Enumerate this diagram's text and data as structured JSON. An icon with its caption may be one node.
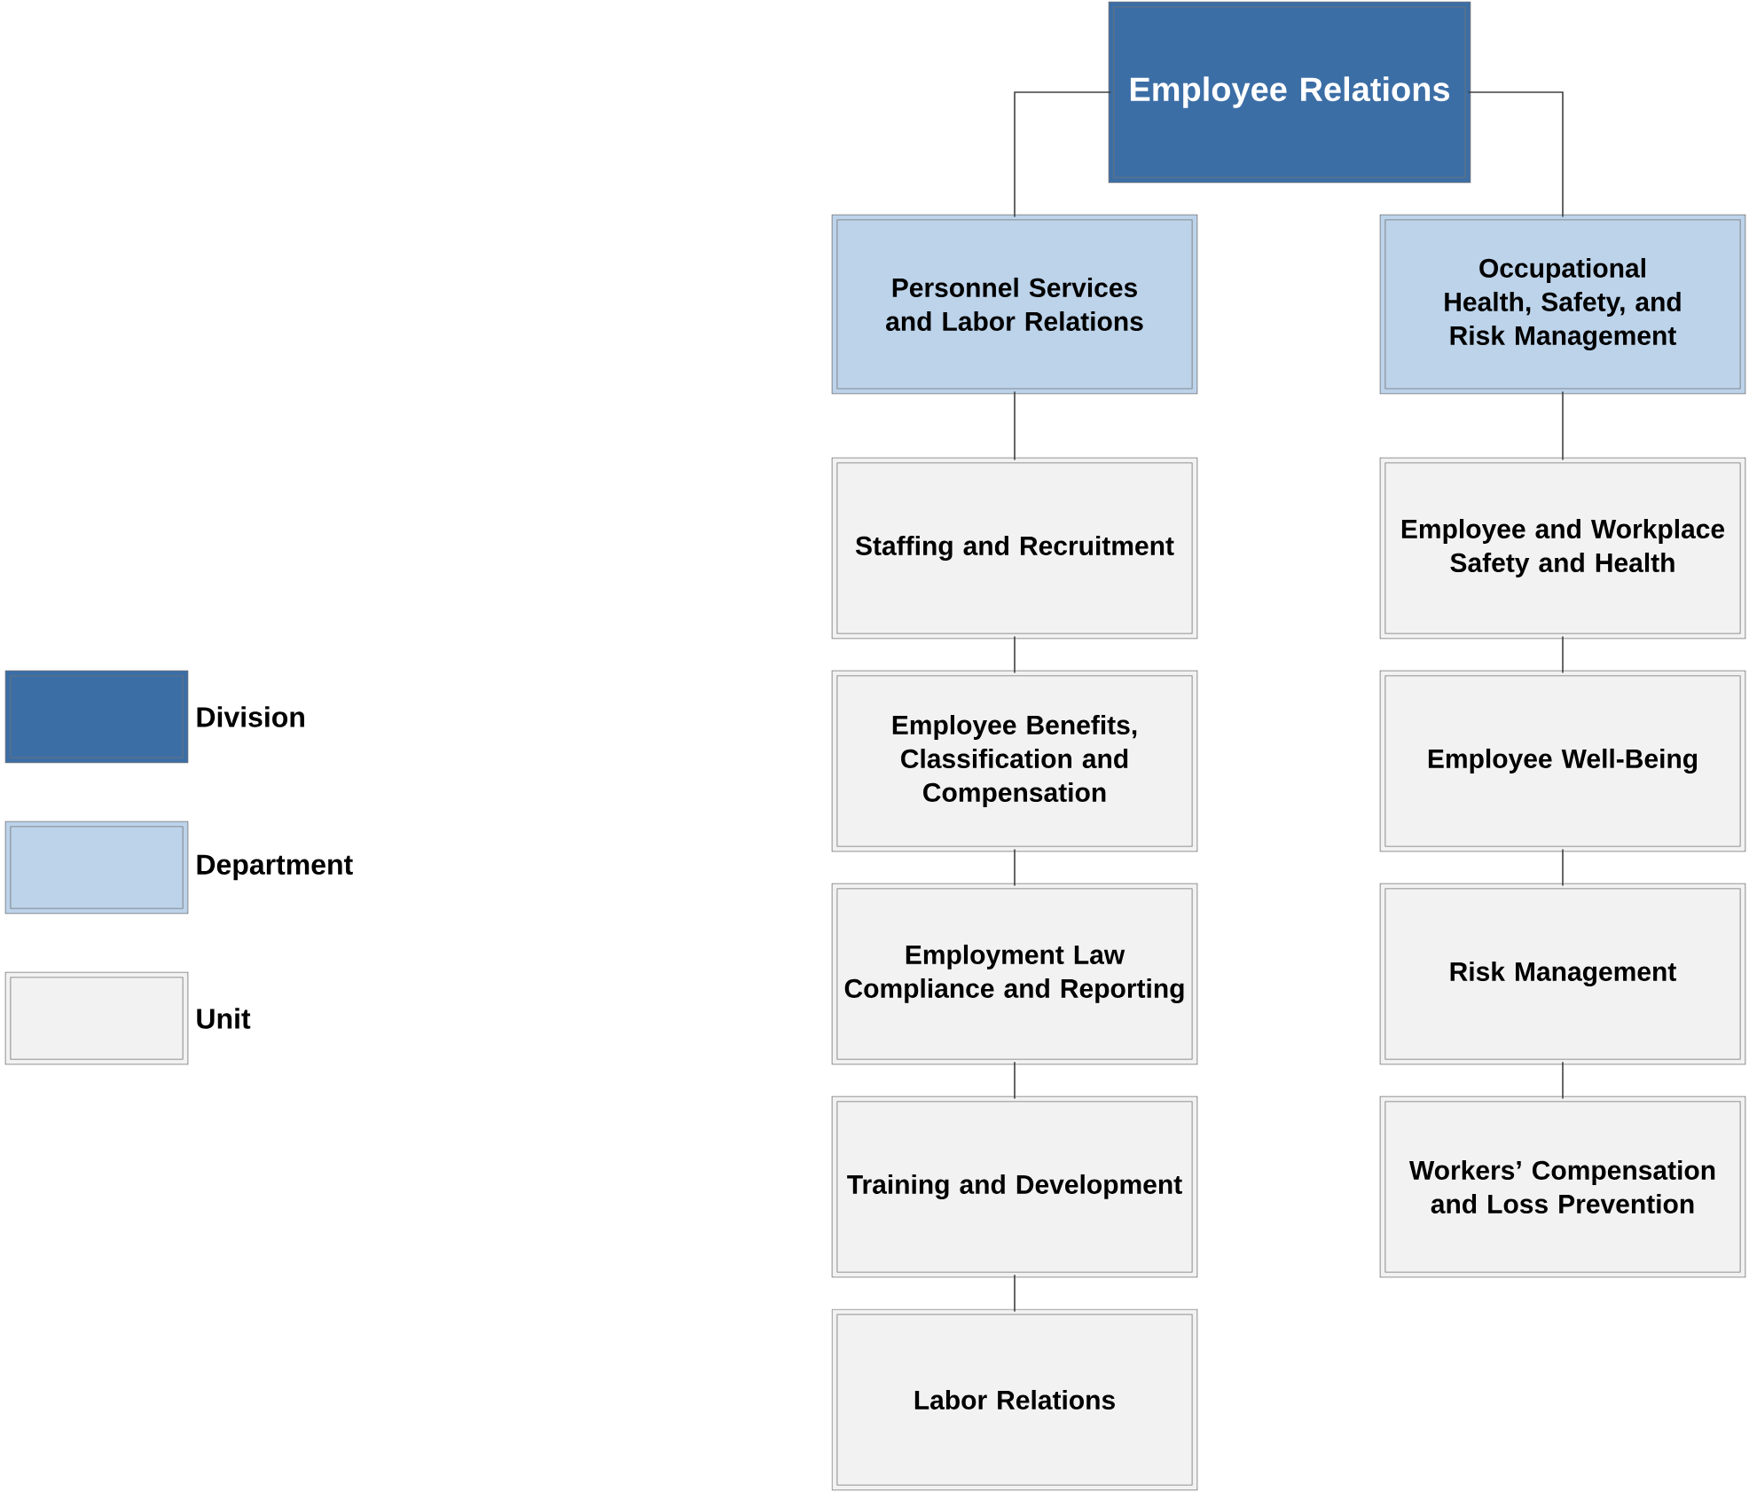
{
  "diagram": {
    "nodes": [
      {
        "text": [
          "Employee Relations"
        ]
      },
      {
        "text": [
          "Personnel Services and Labor Relations"
        ]
      },
      {
        "text": [
          "Occupational Health, Safety, and Risk Management"
        ]
      },
      {
        "text": [
          "Staffing and Recruitment"
        ]
      },
      {
        "text": [
          "Employee Benefits, Classification and Compensation"
        ]
      },
      {
        "text": [
          "Employment Law Compliance and Reporting"
        ]
      },
      {
        "text": [
          "Training and Development"
        ]
      },
      {
        "text": [
          "Labor Relations"
        ]
      },
      {
        "text": [
          "Employee and Workplace Safety and Health"
        ]
      },
      {
        "text": [
          "Employee Well-Being"
        ]
      },
      {
        "text": [
          "Risk Management"
        ]
      },
      {
        "text": [
          "Workers’ Compensation and Loss Prevention"
        ]
      }
    ],
    "edges": [
      {
        "from": 0,
        "to": 1,
        "arrow": "none"
      },
      {
        "from": 0,
        "to": 2,
        "arrow": "none"
      },
      {
        "from": 1,
        "to": 3,
        "arrow": "none"
      },
      {
        "from": 3,
        "to": 4,
        "arrow": "none"
      },
      {
        "from": 4,
        "to": 5,
        "arrow": "none"
      },
      {
        "from": 5,
        "to": 6,
        "arrow": "none"
      },
      {
        "from": 6,
        "to": 7,
        "arrow": "none"
      },
      {
        "from": 2,
        "to": 8,
        "arrow": "none"
      },
      {
        "from": 8,
        "to": 9,
        "arrow": "none"
      },
      {
        "from": 9,
        "to": 10,
        "arrow": "none"
      },
      {
        "from": 10,
        "to": 11,
        "arrow": "none"
      }
    ],
    "legend": [
      {
        "text": "Division",
        "color": "#3c6ea6"
      },
      {
        "text": "Department",
        "color": "#bcd3ea"
      },
      {
        "text": "Unit",
        "color": "#f2f2f2"
      }
    ]
  }
}
